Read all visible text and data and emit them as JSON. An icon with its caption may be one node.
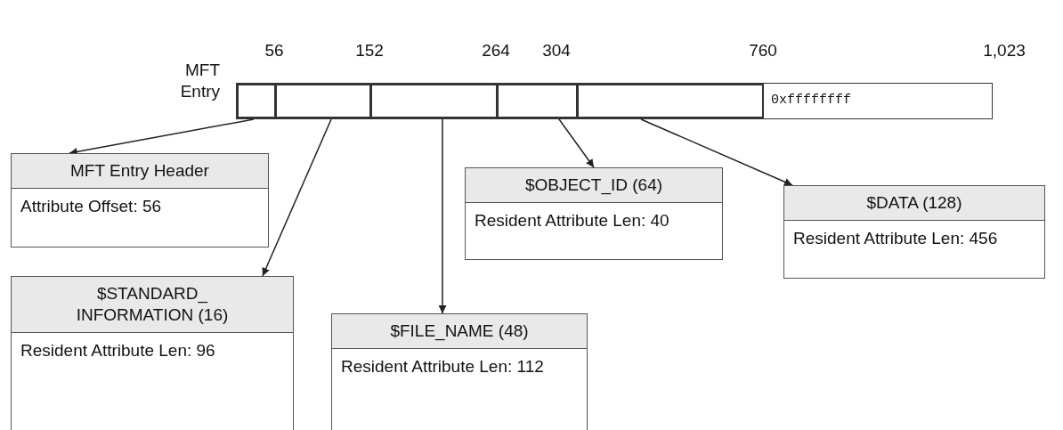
{
  "diagram": {
    "nodes": [
      {
        "text": [
          "MFT Entry"
        ]
      },
      {
        "text": [],
        "shape": "box",
        "in": 0
      },
      {
        "text": [],
        "shape": "box",
        "in": 0
      },
      {
        "text": [],
        "shape": "box",
        "in": 0
      },
      {
        "text": [],
        "shape": "box",
        "in": 0
      },
      {
        "text": [],
        "shape": "box",
        "in": 0
      },
      {
        "text": [
          "0xffffffff"
        ],
        "in": 0
      },
      {
        "text": [
          "MFT Entry Header",
          "Attribute Offset: 56"
        ]
      },
      {
        "text": [
          "$OBJECT_ID (64)",
          "Resident Attribute Len: 40"
        ]
      },
      {
        "text": [
          "$DATA (128)",
          "Resident Attribute Len: 456"
        ]
      },
      {
        "text": [
          "$STANDARD_ INFORMATION (16)",
          "Resident Attribute Len: 96"
        ]
      },
      {
        "text": [
          "$FILE_NAME (48)",
          "Resident Attribute Len: 112"
        ]
      }
    ],
    "edges": [
      {
        "from": 1,
        "to": 7,
        "arrow": "to"
      },
      {
        "from": 2,
        "to": 10,
        "arrow": "to"
      },
      {
        "from": 3,
        "to": 11,
        "arrow": "to"
      },
      {
        "from": 4,
        "to": 8,
        "arrow": "to"
      },
      {
        "from": 5,
        "to": 9,
        "arrow": "to"
      }
    ],
    "labels": [
      "56",
      "152",
      "264",
      "304",
      "760",
      "1,023"
    ]
  }
}
